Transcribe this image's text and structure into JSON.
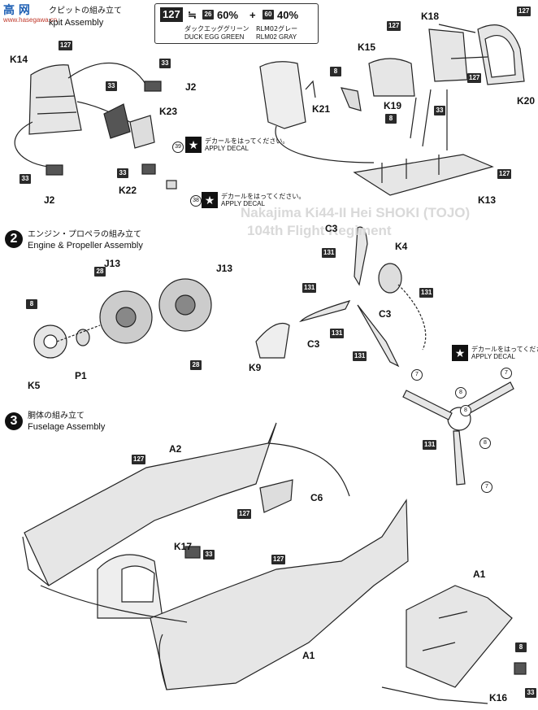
{
  "watermark": "高 网",
  "watermark_sub": "www.hasegawa.cn",
  "colors": {
    "label_box": "#2a2a2a",
    "part_fill": "#e6e6e6",
    "line": "#222222"
  },
  "color_mix": {
    "main_code": "127",
    "approx": "≒",
    "code_a": "26",
    "pct_a": "60%",
    "plus": "+",
    "code_b": "60",
    "pct_b": "40%",
    "jp_a": "ダックエッググリーン",
    "jp_b": "RLM02グレー",
    "en_a": "DUCK EGG GREEN",
    "en_b": "RLM02 GRAY"
  },
  "steps": [
    {
      "num": "",
      "jp": "クピットの組み立て",
      "en": "kpit Assembly"
    },
    {
      "num": "2",
      "jp": "エンジン・プロペラの組み立て",
      "en": "Engine & Propeller Assembly"
    },
    {
      "num": "3",
      "jp": "胴体の組み立て",
      "en": "Fuselage Assembly"
    }
  ],
  "decal": {
    "jp": "デカールをはってください。",
    "en": "APPLY DECAL"
  },
  "ghost_text": [
    "Nakajima Ki44-II Hei SHOKI (TOJO) ",
    "104th Flight Regiment"
  ],
  "labels": {
    "K14": "K14",
    "J2a": "J2",
    "K23": "K23",
    "J2b": "J2",
    "K22": "K22",
    "K15": "K15",
    "K18": "K18",
    "K20": "K20",
    "K21": "K21",
    "K19": "K19",
    "K13": "K13",
    "C3a": "C3",
    "K4": "K4",
    "J13a": "J13",
    "J13b": "J13",
    "K5": "K5",
    "P1": "P1",
    "C3b": "C3",
    "C3c": "C3",
    "K9": "K9",
    "A2": "A2",
    "C6": "C6",
    "K17": "K17",
    "A1a": "A1",
    "A1b": "A1",
    "K16": "K16"
  },
  "codes": {
    "c127_k14": "127",
    "c33_j2": "33",
    "c33_k23": "33",
    "c33_j2b": "33",
    "c33_k22": "33",
    "c127_k15": "127",
    "c127_k18": "127",
    "c127_k20": "127",
    "c8_k21": "8",
    "c8_k19": "8",
    "c33_k19": "33",
    "c127_k13": "127",
    "c131_c3a": "131",
    "c131_k4": "131",
    "c28_j13a": "28",
    "c28_j13b": "28",
    "c8_k5": "8",
    "c131_c3b": "131",
    "c131_k9": "131",
    "c131_c3c": "131",
    "c131_prop": "131",
    "c127_a2": "127",
    "c127_c6": "127",
    "c33_k17": "33",
    "c127_a1": "127",
    "c8_k16": "8",
    "c33_k16": "33"
  },
  "decal_nums": {
    "d39": "39",
    "d38": "38",
    "d7a": "7",
    "d7b": "7",
    "d8a": "8",
    "d8b": "8",
    "d8c": "8",
    "d7c": "7"
  }
}
